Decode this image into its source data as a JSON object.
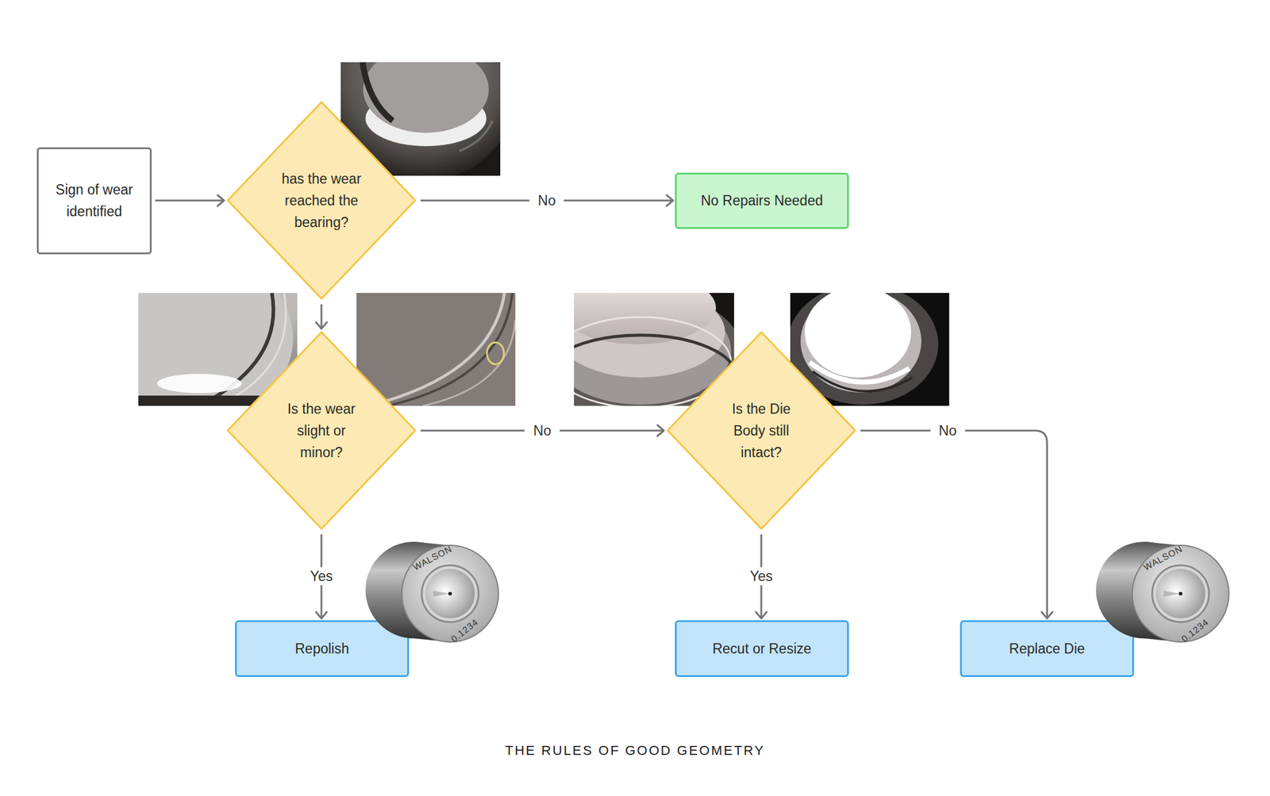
{
  "diagram": {
    "caption": "THE RULES OF GOOD GEOMETRY",
    "nodes": [
      {
        "text": [
          "Sign of wear identified"
        ]
      },
      {
        "text": [
          "has the wear reached the bearing?"
        ]
      },
      {
        "text": [
          "No Repairs Needed"
        ]
      },
      {
        "text": [
          "Is the wear slight or minor?"
        ]
      },
      {
        "text": [
          "Is the Die Body still intact?"
        ]
      },
      {
        "text": [
          "Repolish"
        ]
      },
      {
        "text": [
          "Recut or Resize"
        ]
      },
      {
        "text": [
          "Replace Die"
        ]
      }
    ],
    "edges": [
      {
        "from": 0,
        "to": 1,
        "arrow": "to"
      },
      {
        "from": 1,
        "to": 2,
        "label": "No",
        "arrow": "to"
      },
      {
        "from": 1,
        "to": 3,
        "arrow": "to"
      },
      {
        "from": 3,
        "to": 4,
        "label": "No",
        "arrow": "to"
      },
      {
        "from": 3,
        "to": 5,
        "label": "Yes",
        "arrow": "to"
      },
      {
        "from": 4,
        "to": 6,
        "label": "Yes",
        "arrow": "to"
      },
      {
        "from": 4,
        "to": 7,
        "label": "No",
        "arrow": "to"
      }
    ],
    "labels": [
      "WALSON",
      "0.1234",
      "WALSON",
      "0.1234"
    ]
  }
}
